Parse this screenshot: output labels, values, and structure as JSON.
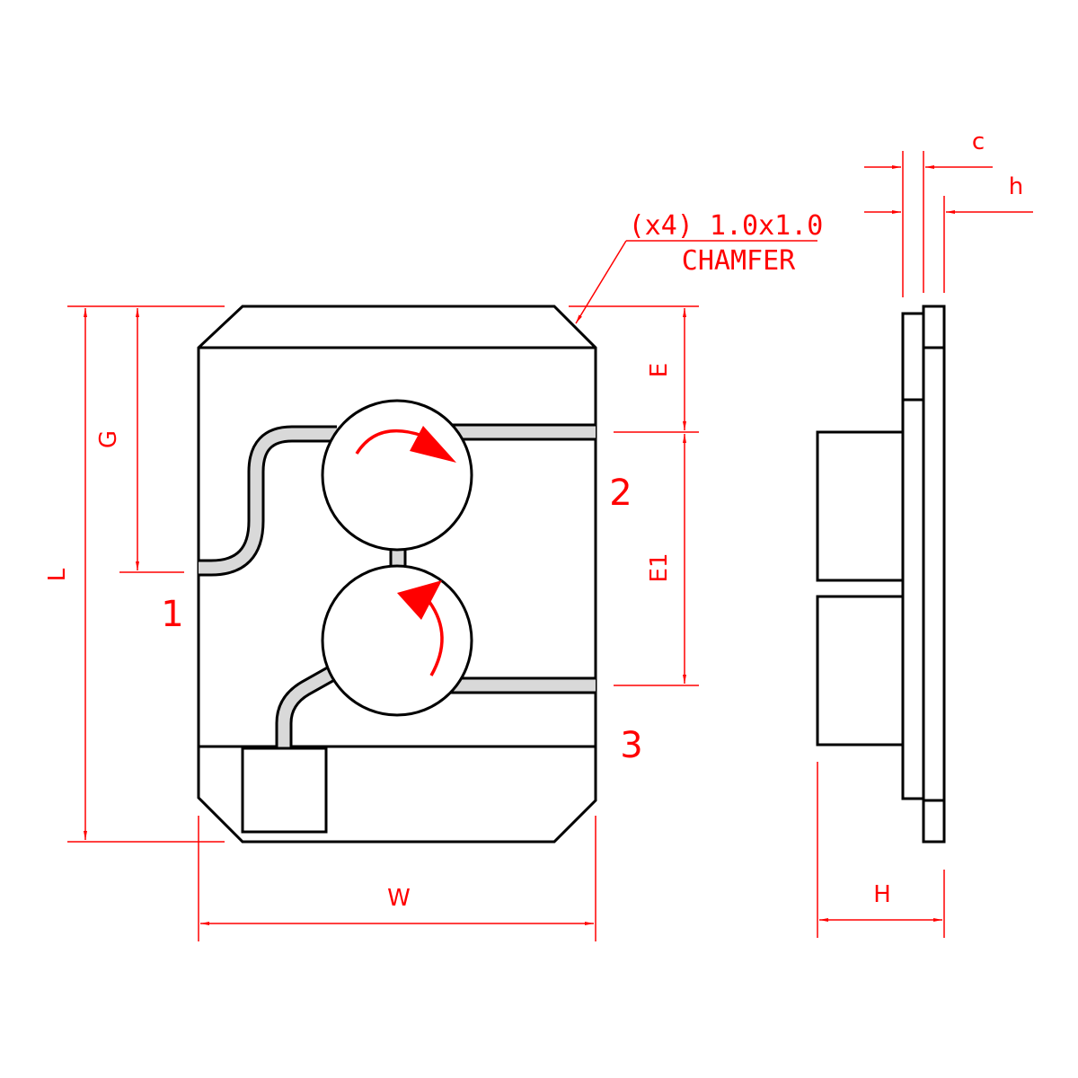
{
  "dimension_labels": {
    "L": "L",
    "G": "G",
    "W": "W",
    "E": "E",
    "E1": "E1",
    "H": "H",
    "c": "c",
    "h": "h"
  },
  "pins": {
    "pin1": "1",
    "pin2": "2",
    "pin3": "3"
  },
  "note": {
    "line1": "(x4) 1.0x1.0",
    "line2": "CHAMFER"
  },
  "colors": {
    "outline": "#000000",
    "dimension": "#ff0000",
    "trace": "#d9d9d9"
  }
}
